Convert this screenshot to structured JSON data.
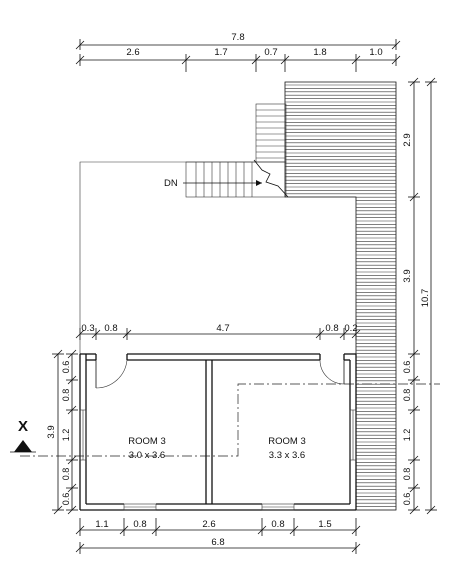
{
  "plan": {
    "top_total": "7.8",
    "top_segments": [
      "2.6",
      "1.7",
      "0.7",
      "1.8",
      "1.0"
    ],
    "right_total": "10.7",
    "right_upper": [
      "2.9",
      "3.9"
    ],
    "right_lower": [
      "0.6",
      "0.8",
      "1.2",
      "0.8",
      "0.6"
    ],
    "left_total": "3.9",
    "left_segments": [
      "0.6",
      "0.8",
      "1.2",
      "0.8",
      "0.6"
    ],
    "inner_segments": [
      "0.3",
      "0.8",
      "4.7",
      "0.8",
      "0.2"
    ],
    "bottom_segments": [
      "1.1",
      "0.8",
      "2.6",
      "0.8",
      "1.5"
    ],
    "bottom_total": "6.8",
    "stair_label": "DN",
    "section_marker": "X",
    "rooms": [
      {
        "name": "ROOM 3",
        "size": "3.0 x 3.6"
      },
      {
        "name": "ROOM 3",
        "size": "3.3 x 3.6"
      }
    ]
  }
}
